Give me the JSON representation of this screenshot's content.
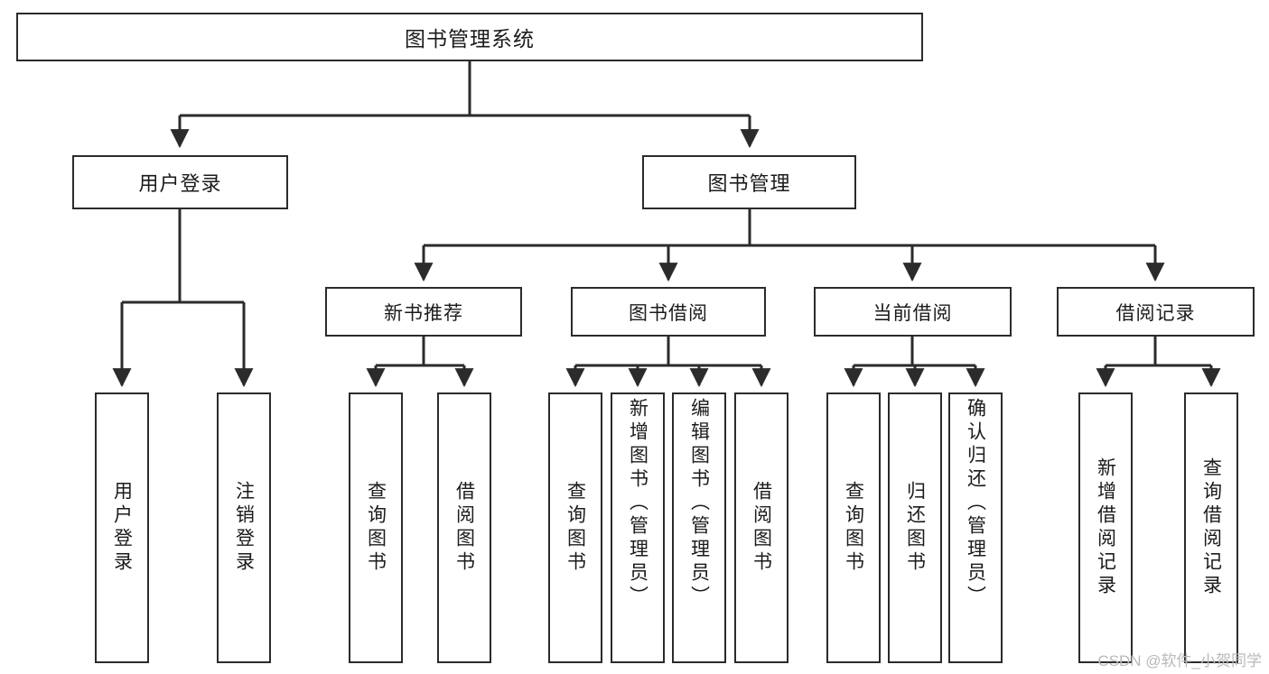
{
  "diagram": {
    "type": "tree-hierarchy",
    "title": "图书管理系统",
    "watermark": "CSDN @软件_小贺同学",
    "colors": {
      "stroke": "#2b2b2b",
      "fill": "#ffffff",
      "text": "#1b1b1b",
      "watermark": "#b9b9b9"
    },
    "nodes": {
      "root": {
        "label": "图书管理系统"
      },
      "level1": [
        {
          "id": "user-login",
          "label": "用户登录"
        },
        {
          "id": "book-manage",
          "label": "图书管理"
        }
      ],
      "level2": [
        {
          "id": "new-book-rec",
          "label": "新书推荐"
        },
        {
          "id": "book-borrow",
          "label": "图书借阅"
        },
        {
          "id": "current-borrow",
          "label": "当前借阅"
        },
        {
          "id": "borrow-record",
          "label": "借阅记录"
        }
      ],
      "leaves": {
        "user-login": [
          {
            "id": "leaf-user-login",
            "label": "用户登录"
          },
          {
            "id": "leaf-logout",
            "label": "注销登录"
          }
        ],
        "new-book-rec": [
          {
            "id": "leaf-query-book-1",
            "label": "查询图书"
          },
          {
            "id": "leaf-borrow-book-1",
            "label": "借阅图书"
          }
        ],
        "book-borrow": [
          {
            "id": "leaf-query-book-2",
            "label": "查询图书"
          },
          {
            "id": "leaf-add-book",
            "label": "新增图书（管理员）"
          },
          {
            "id": "leaf-edit-book",
            "label": "编辑图书（管理员）"
          },
          {
            "id": "leaf-borrow-book-2",
            "label": "借阅图书"
          }
        ],
        "current-borrow": [
          {
            "id": "leaf-query-book-3",
            "label": "查询图书"
          },
          {
            "id": "leaf-return-book",
            "label": "归还图书"
          },
          {
            "id": "leaf-confirm-return",
            "label": "确认归还（管理员）"
          }
        ],
        "borrow-record": [
          {
            "id": "leaf-add-record",
            "label": "新增借阅记录"
          },
          {
            "id": "leaf-query-record",
            "label": "查询借阅记录"
          }
        ]
      }
    }
  }
}
